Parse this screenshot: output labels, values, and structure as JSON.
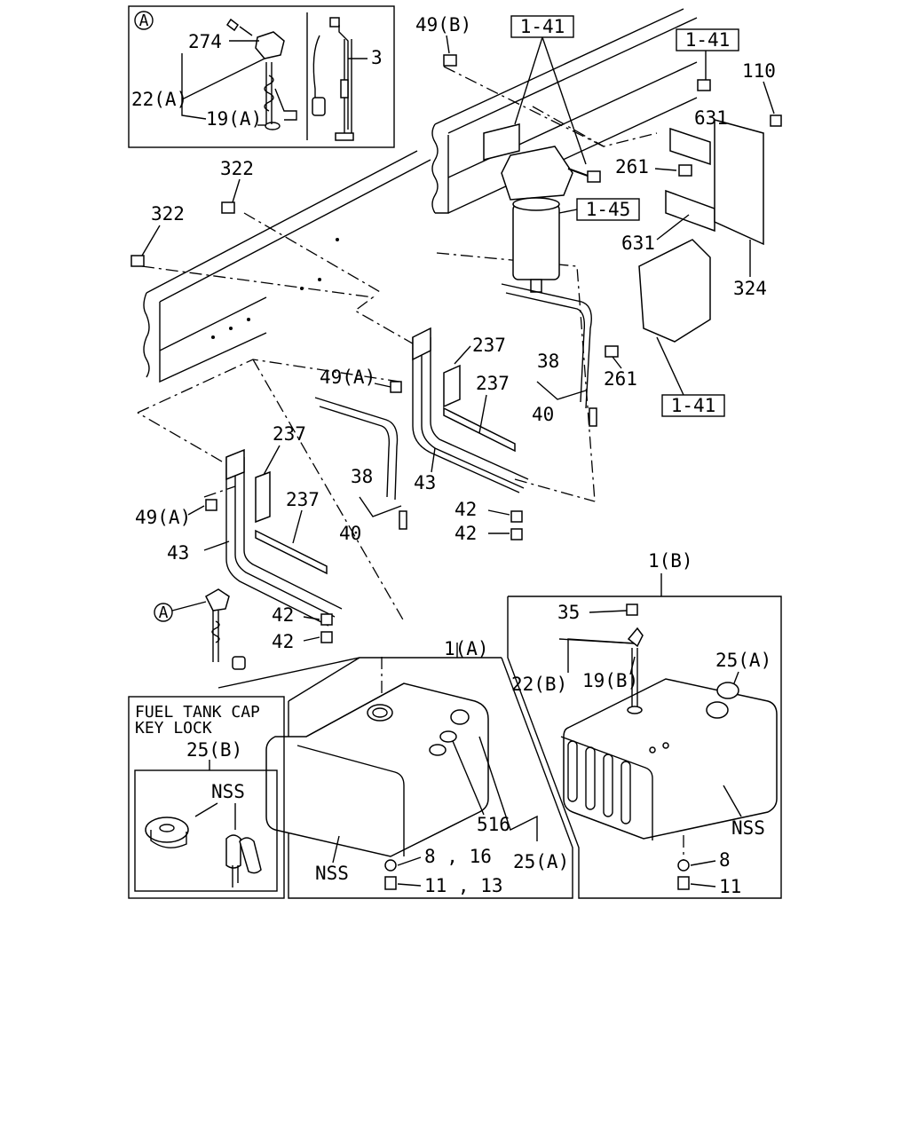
{
  "callouts": {
    "detail_a_marker": "A",
    "p274": "274",
    "p22a": "22(A)",
    "p19a": "19(A)",
    "p3": "3",
    "p49b": "49(B)",
    "ref141_top": "1-41",
    "ref141_right": "1-41",
    "ref145": "1-45",
    "ref141_bottom": "1-41",
    "p110": "110",
    "p631_top": "631",
    "p261_top": "261",
    "p631_bottom": "631",
    "p324": "324",
    "p322_top": "322",
    "p322_left": "322",
    "p261_bottom": "261",
    "p237_a": "237",
    "p38_right": "38",
    "p237_b": "237",
    "p40_right": "40",
    "p49a_mid": "49(A)",
    "p237_c": "237",
    "p38_left": "38",
    "p43_right": "43",
    "p237_d": "237",
    "p42_a": "42",
    "p42_b": "42",
    "p49a_left": "49(A)",
    "p40_left": "40",
    "p43_left": "43",
    "p42_c": "42",
    "p42_d": "42",
    "a_marker_low": "A",
    "p1b": "1(B)",
    "p35": "35",
    "p25a_right": "25(A)",
    "p22b": "22(B)",
    "p19b": "19(B)",
    "p1a": "1(A)",
    "cap_title_1": "FUEL TANK CAP",
    "cap_title_2": "KEY LOCK",
    "p25b": "25(B)",
    "nss_cap": "NSS",
    "p516": "516",
    "nss_a": "NSS",
    "p8_16": "8 , 16",
    "p25a_left": "25(A)",
    "p11_13": "11 , 13",
    "nss_b": "NSS",
    "p8": "8",
    "p11": "11"
  }
}
